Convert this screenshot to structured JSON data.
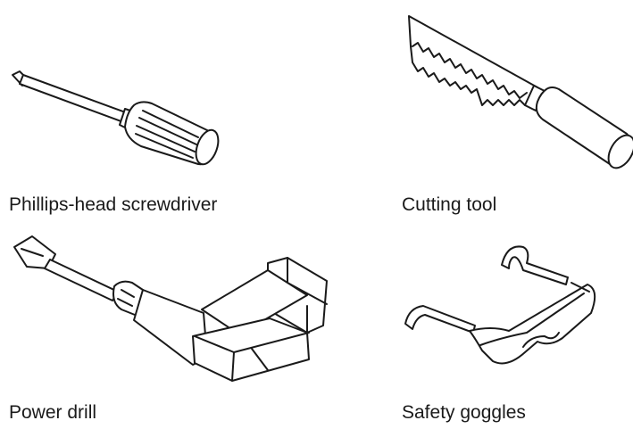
{
  "tools": [
    {
      "id": "screwdriver",
      "label": "Phillips-head screwdriver",
      "icon": "screwdriver-icon"
    },
    {
      "id": "cutting-tool",
      "label": "Cutting tool",
      "icon": "saw-icon"
    },
    {
      "id": "power-drill",
      "label": "Power drill",
      "icon": "drill-icon"
    },
    {
      "id": "safety-goggles",
      "label": "Safety goggles",
      "icon": "goggles-icon"
    }
  ]
}
